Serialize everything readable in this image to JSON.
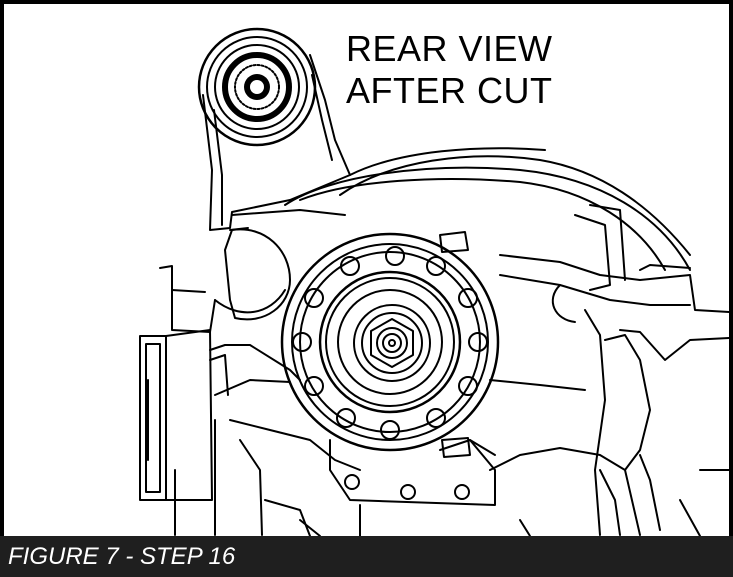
{
  "figure": {
    "view_label_line1": "REAR VIEW",
    "view_label_line2": "AFTER CUT",
    "caption": "FIGURE 7 - STEP 16"
  },
  "colors": {
    "line": "#000000",
    "background": "#ffffff",
    "caption_bar": "#1f1f1f",
    "caption_text": "#ffffff"
  }
}
